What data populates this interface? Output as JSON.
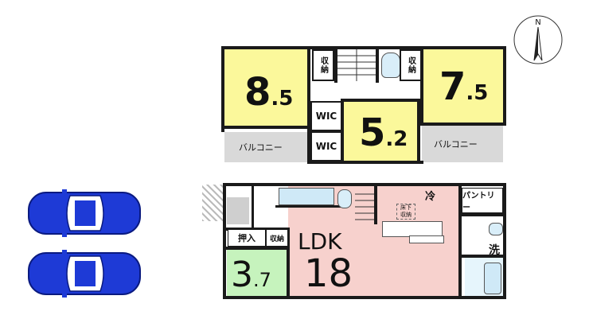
{
  "compass": {
    "north_label": "N"
  },
  "upper_floor": {
    "room_left": {
      "num_main": "8",
      "num_dec": ".5"
    },
    "room_right": {
      "num_main": "7",
      "num_dec": ".5"
    },
    "room_center": {
      "num_main": "5",
      "num_dec": ".2"
    },
    "storage_left": "収納",
    "storage_right": "収納",
    "wic_top": "WIC",
    "wic_bottom": "WIC",
    "balcony_left": "バルコニー",
    "balcony_right": "バルコニー"
  },
  "lower_floor": {
    "ldk_label": "LDK",
    "ldk_size": "18",
    "room_small": {
      "num_main": "3",
      "num_dec": ".7"
    },
    "oshiire": "押入",
    "storage": "収納",
    "fridge": "冷",
    "pantry": "パントリー",
    "wash": "洗",
    "underfloor": "床下\n収納"
  },
  "colors": {
    "yellow": "#fbf89b",
    "pink": "#f7d1cd",
    "green": "#c6f3bd",
    "car": "#1e3ad6"
  }
}
